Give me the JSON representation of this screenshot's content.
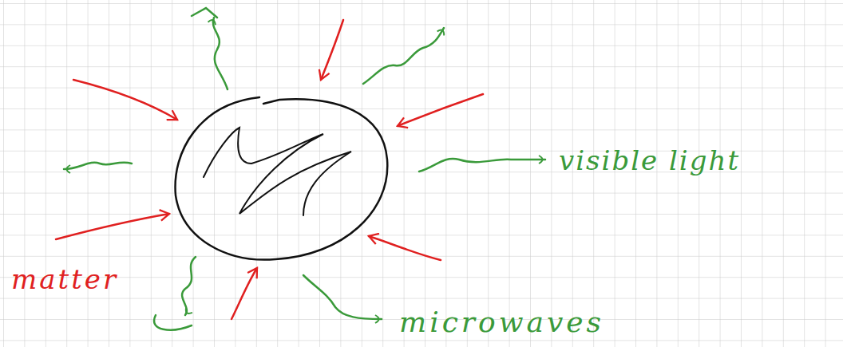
{
  "diagram": {
    "labels": [
      "visible light",
      "matter",
      "microwaves"
    ]
  }
}
